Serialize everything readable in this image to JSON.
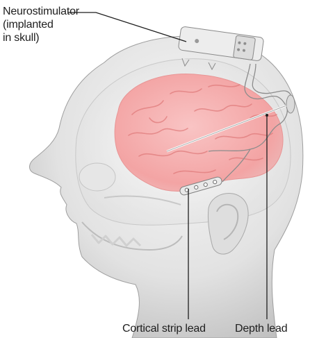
{
  "labels": {
    "neurostimulator": [
      "Neurostimulator",
      "(implanted",
      "in skull)"
    ],
    "cortical_strip_lead": "Cortical strip lead",
    "depth_lead": "Depth lead"
  },
  "colors": {
    "head_light": "#f0f0f0",
    "head_shade": "#b8b8b8",
    "brain": "#f4a6a6",
    "brain_dark": "#e88a8a",
    "callout_line": "#1e1e1e",
    "device": "#e8e8e8"
  }
}
